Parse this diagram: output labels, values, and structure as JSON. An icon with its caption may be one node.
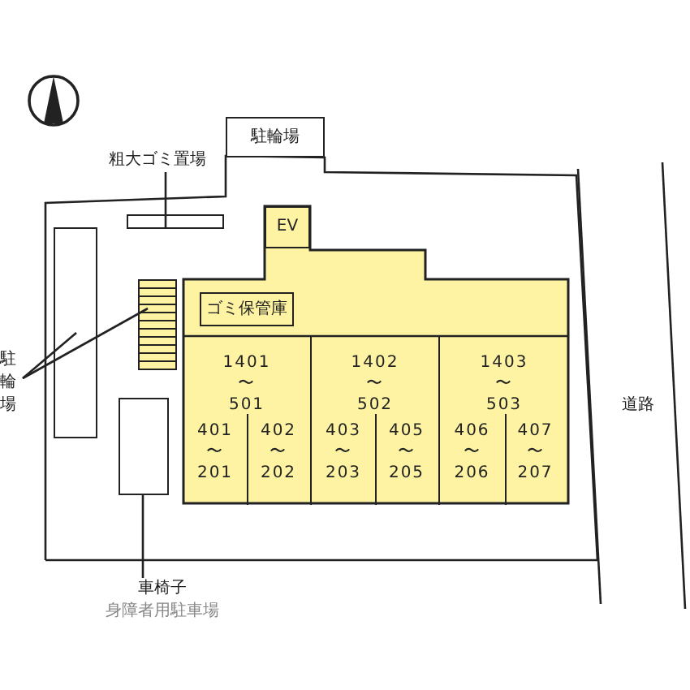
{
  "diagram": {
    "nodes": [
      {
        "text": [
          "粗大ゴミ置場"
        ]
      },
      {
        "text": [],
        "shape": "box"
      },
      {
        "text": [
          "駐輪場"
        ]
      },
      {
        "text": [],
        "shape": "box"
      },
      {
        "text": [
          "EV"
        ],
        "in": 3
      },
      {
        "text": [
          "ゴミ保管庫"
        ],
        "in": 3
      },
      {
        "text": [
          "1401 〜 501",
          "401 〜 201",
          "402 〜 202"
        ],
        "in": 3
      },
      {
        "text": [
          "1402 〜 502",
          "403 〜 203",
          "405 〜 205"
        ],
        "in": 3
      },
      {
        "text": [
          "1403 〜 503",
          "406 〜 206",
          "407 〜 207"
        ],
        "in": 3
      },
      {
        "text": [],
        "shape": "box"
      },
      {
        "text": [],
        "shape": "box"
      },
      {
        "text": [
          "駐輪場"
        ]
      },
      {
        "text": [],
        "shape": "box"
      },
      {
        "text": [
          "車椅子",
          "身障者用駐車場"
        ]
      }
    ],
    "edges": [
      {
        "from": 0,
        "to": 1,
        "arrow": "none"
      },
      {
        "from": 11,
        "to": 10,
        "arrow": "none"
      },
      {
        "from": 11,
        "to": 9,
        "arrow": "none"
      },
      {
        "from": 13,
        "to": 12,
        "arrow": "none"
      }
    ],
    "labels": [
      "道路"
    ]
  }
}
